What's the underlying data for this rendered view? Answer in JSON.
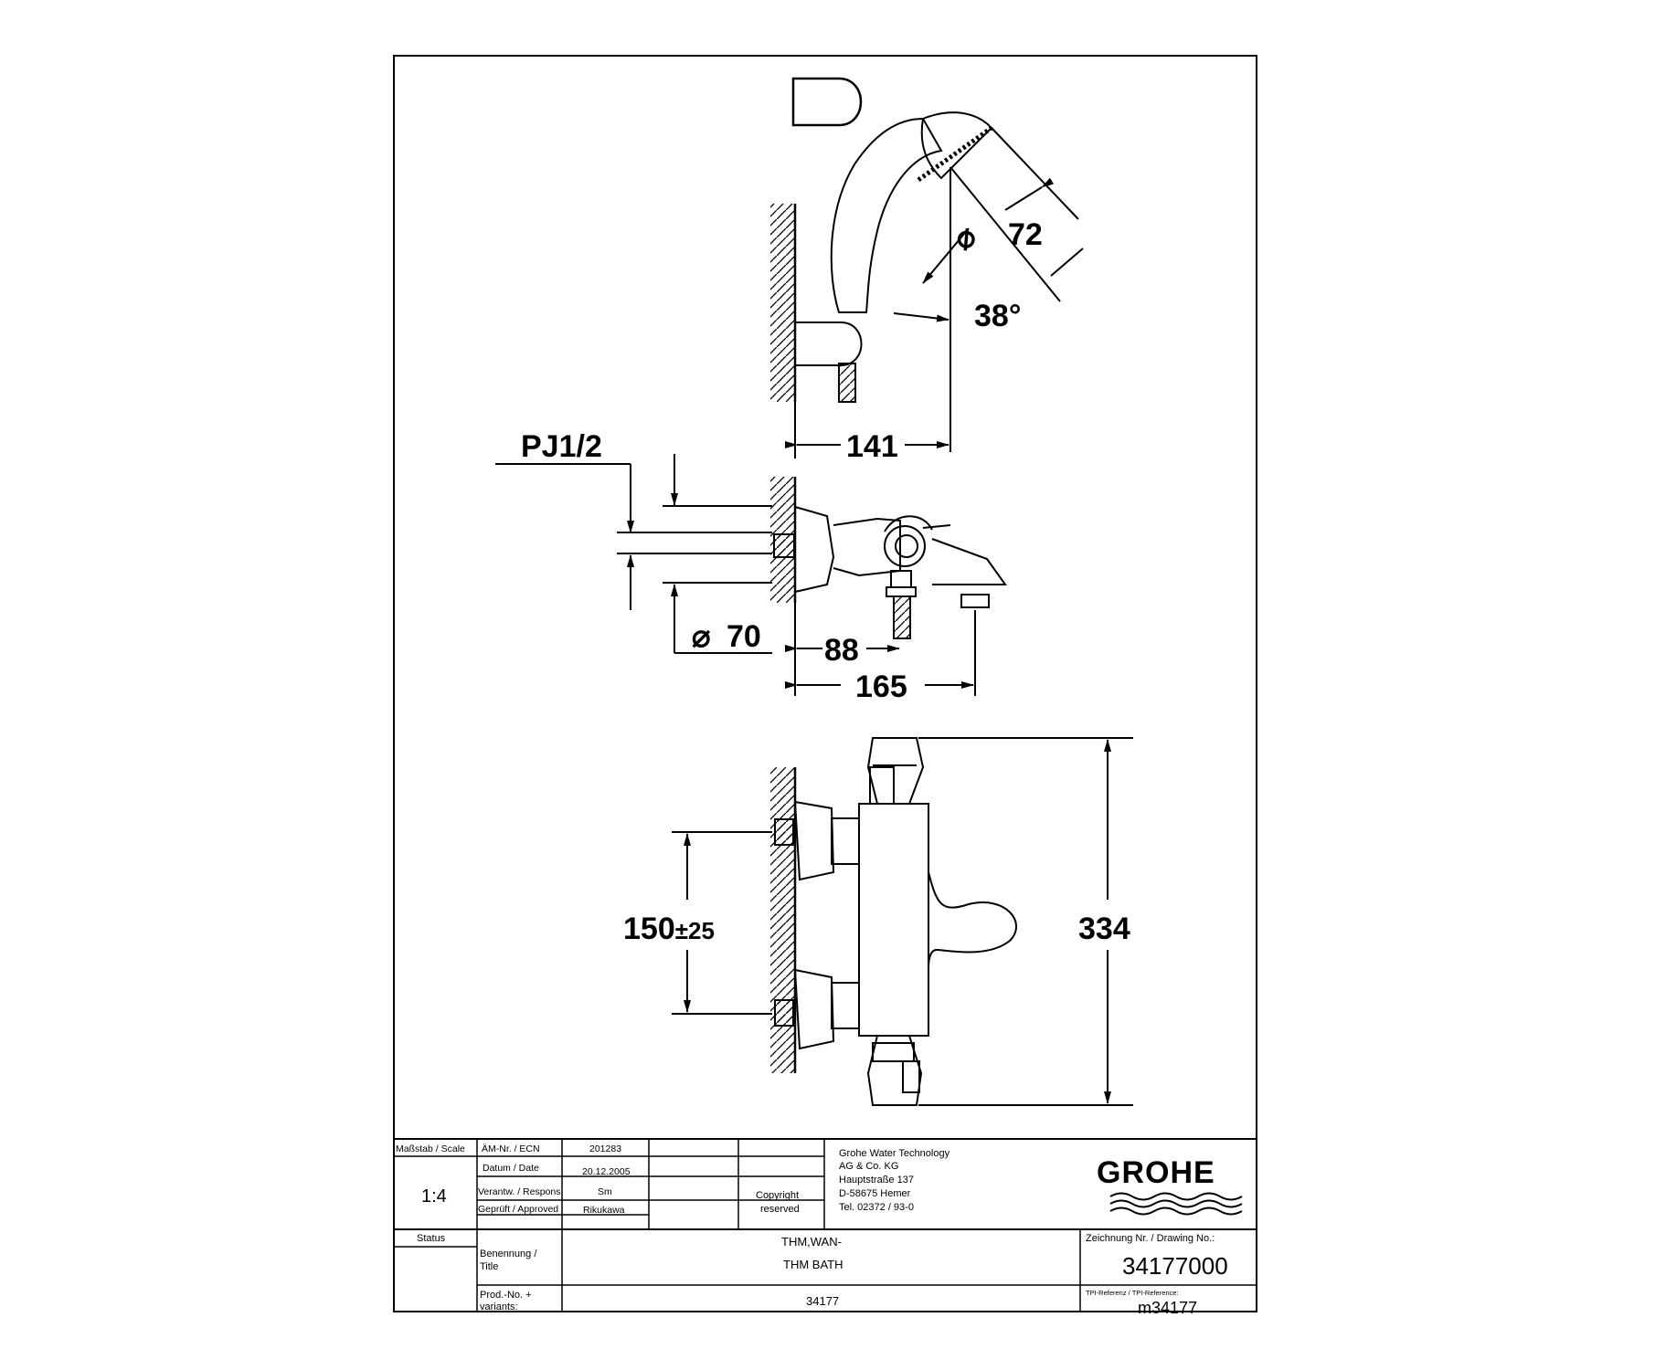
{
  "dimensions": {
    "thread": "PJ1/2",
    "head_diameter": "72",
    "spray_angle": "38°",
    "projection_shower": "141",
    "wall_diameter": "70",
    "dim_88": "88",
    "dim_165": "165",
    "centres": "150",
    "centres_tol": "±25",
    "height": "334"
  },
  "title_block": {
    "scale_label": "Maßstab / Scale",
    "scale_value": "1:4",
    "ecn_label": "ÄM-Nr. / ECN",
    "ecn_value": "201283",
    "date_label": "Datum / Date",
    "date_value": "20.12.2005",
    "responsible_label": "Verantw. / Respons",
    "responsible_value": "Sm",
    "approved_label": "Geprüft / Approved",
    "approved_value": "Rikukawa",
    "copyright_line1": "Copyright",
    "copyright_line2": "reserved",
    "company_lines": [
      "Grohe Water Technology",
      "AG & Co. KG",
      "Hauptstraße 137",
      "D-58675 Hemer",
      "Tel. 02372 / 93-0"
    ],
    "logo_text": "GROHE",
    "status_label": "Status",
    "title_label_1": "Benennung /",
    "title_label_2": "Title",
    "title_line1": "THM,WAN-",
    "title_line2": "THM BATH",
    "drawing_no_label": "Zeichnung Nr. / Drawing No.:",
    "drawing_no": "34177000",
    "prod_label_1": "Prod.-No. +",
    "prod_label_2": "variants:",
    "prod_value": "34177",
    "tpi_label": "TPI-Referenz / TPI-Reference:",
    "tpi_value": "m34177"
  }
}
